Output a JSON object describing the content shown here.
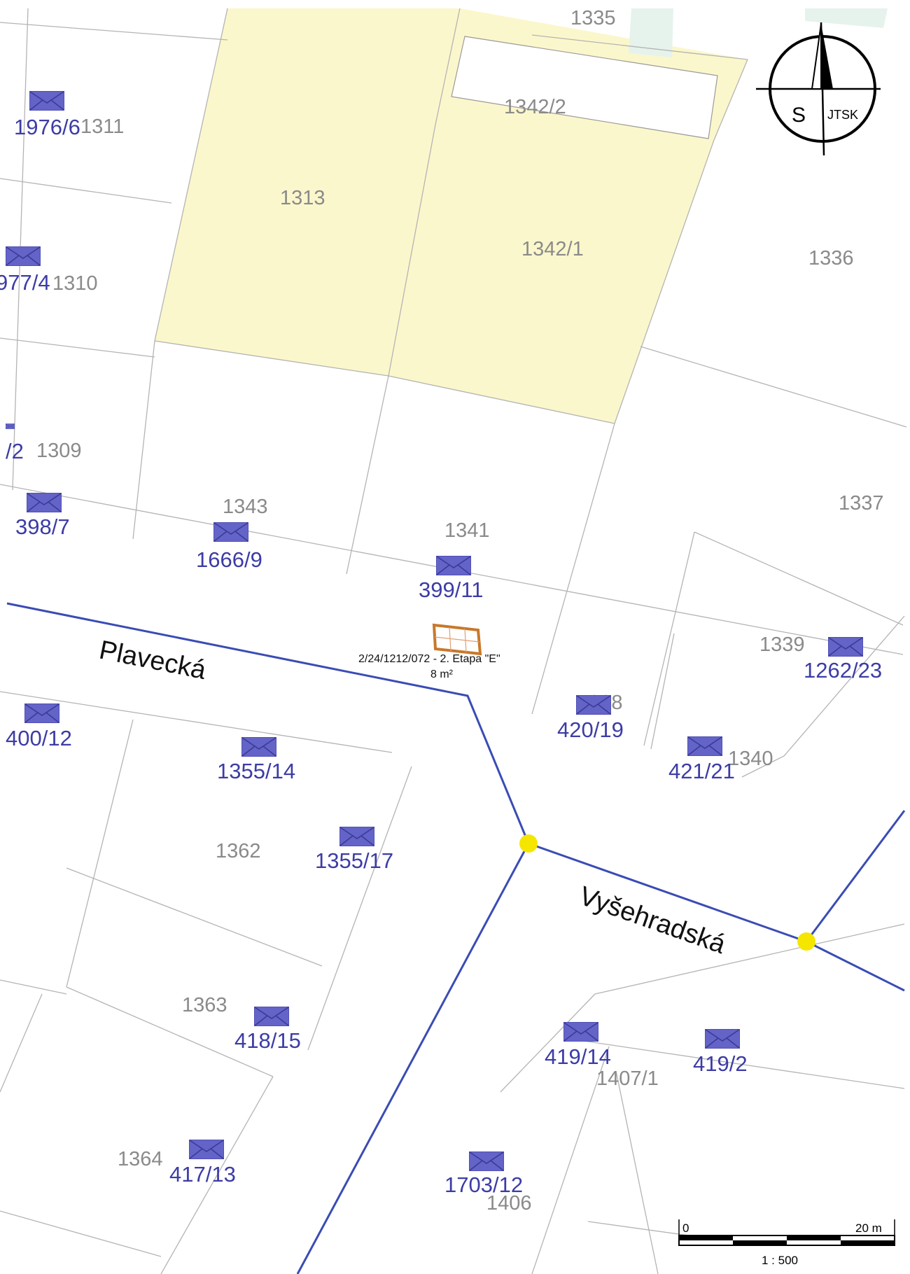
{
  "colors": {
    "highlight_fill": "#fbf7cc",
    "street_line": "#3a4cb4",
    "node": "#f5e600",
    "address_icon": "#6464c8",
    "address_text": "#3c3ca6",
    "parcel_text": "#8a8a8a",
    "target_outline": "#c8782a",
    "garden": "#e6f3ec"
  },
  "parcels": [
    "1335",
    "1342/2",
    "1311",
    "1313",
    "1342/1",
    "1336",
    "1310",
    "1309",
    "1343",
    "1341",
    "1337",
    "1339",
    "1338",
    "1340",
    "1362",
    "1363",
    "1364",
    "1406",
    "1407/1"
  ],
  "addresses": [
    "1976/6",
    "977/4",
    "/2",
    "398/7",
    "1666/9",
    "399/11",
    "1262/23",
    "400/12",
    "420/19",
    "1355/14",
    "421/21",
    "1355/17",
    "418/15",
    "419/14",
    "419/2",
    "417/13",
    "1703/12"
  ],
  "streets": [
    "Plavecká",
    "Vyšehradská"
  ],
  "annotation": {
    "id": "2/24/1212/072 - 2. Etapa \"E\"",
    "area": "8 m²"
  },
  "compass": {
    "letter": "S",
    "system": "JTSK"
  },
  "scale_bar": {
    "start": "0",
    "end": "20 m",
    "ratio": "1 : 500"
  }
}
